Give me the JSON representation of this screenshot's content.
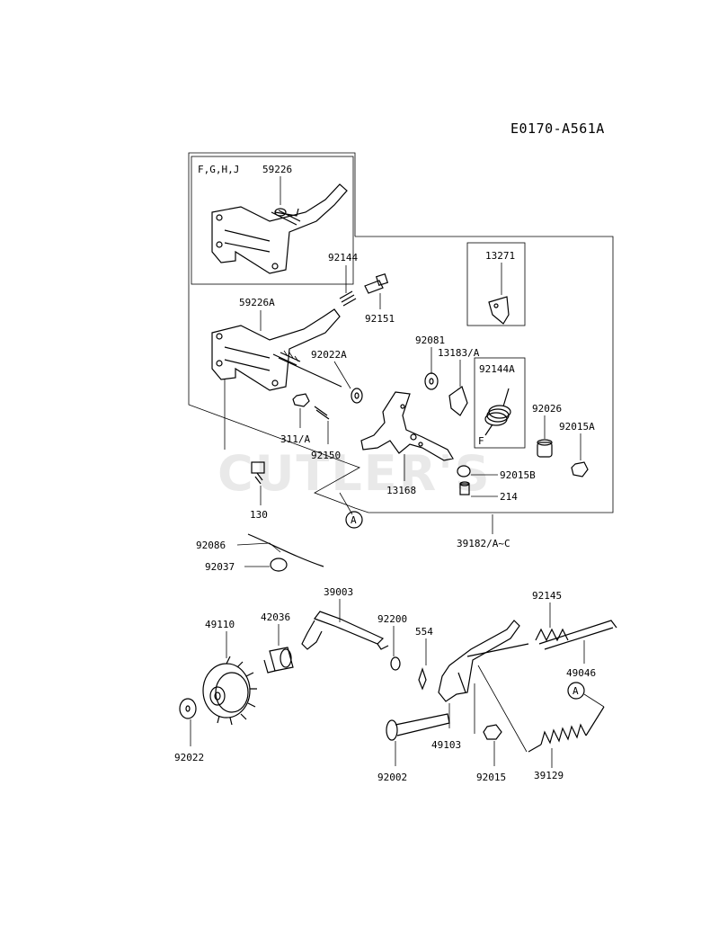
{
  "diagram": {
    "code": "E0170-A561A",
    "watermark": "CUTLER'S",
    "callout_letter": "A",
    "variant_label": "F",
    "inset_models": "F,G,H,J",
    "parts": {
      "p59226": "59226",
      "p59226A": "59226A",
      "p92144": "92144",
      "p92151": "92151",
      "p13271": "13271",
      "p92081": "92081",
      "p13183A": "13183/A",
      "p92022A": "92022A",
      "p92144A": "92144A",
      "p92026": "92026",
      "p92015A": "92015A",
      "p311A": "311/A",
      "p92150": "92150",
      "p92015B": "92015B",
      "p13168": "13168",
      "p214": "214",
      "p130": "130",
      "p39182": "39182/A~C",
      "p92086": "92086",
      "p92037": "92037",
      "p39003": "39003",
      "p92145": "92145",
      "p49110": "49110",
      "p42036": "42036",
      "p92200": "92200",
      "p554": "554",
      "p49046": "49046",
      "p92022": "92022",
      "p49103": "49103",
      "p92002": "92002",
      "p92015": "92015",
      "p39129": "39129"
    }
  }
}
